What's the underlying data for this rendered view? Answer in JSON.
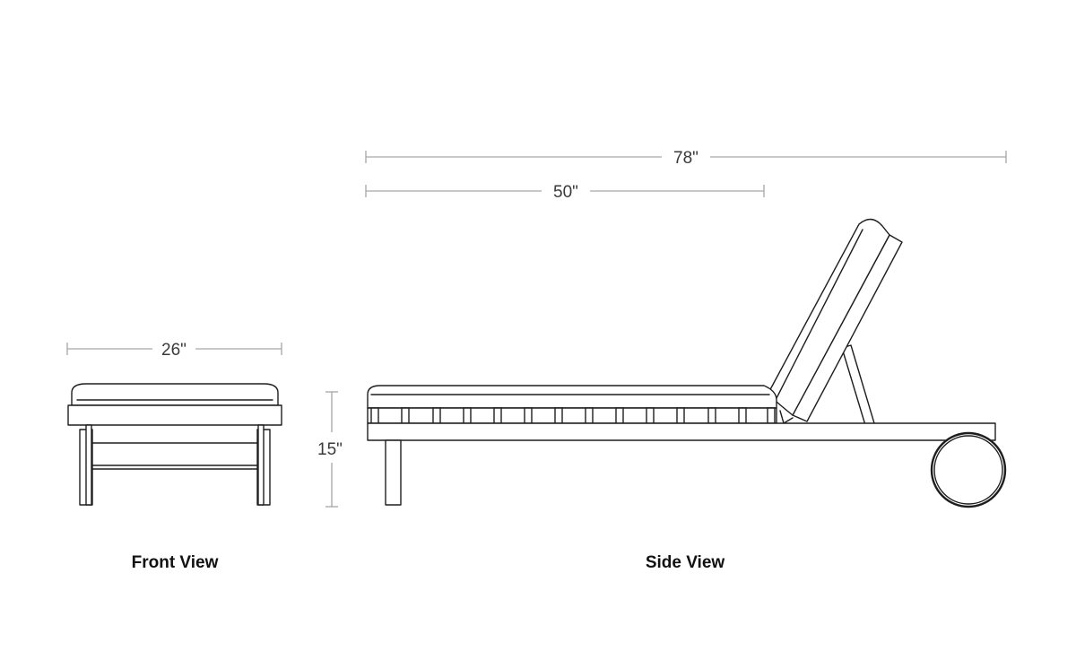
{
  "dimensions": {
    "overall_length": "78\"",
    "seat_length": "50\"",
    "width": "26\"",
    "height": "15\""
  },
  "captions": {
    "front": "Front View",
    "side": "Side View"
  },
  "colors": {
    "line": "#1e1e1e",
    "dimension": "#a6a6a6",
    "background": "#ffffff"
  }
}
